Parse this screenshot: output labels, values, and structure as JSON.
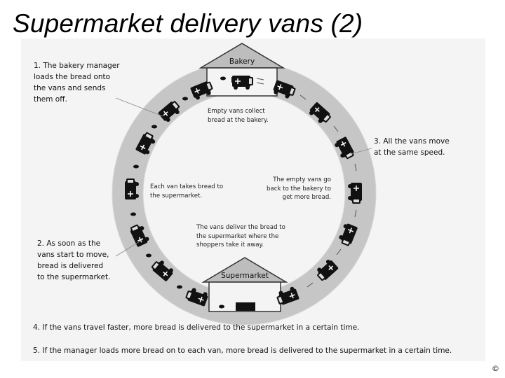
{
  "title": "Supermarket delivery vans (2)",
  "buildings": {
    "bakery": "Bakery",
    "supermarket": "Supermarket"
  },
  "steps": {
    "step1": "1. The bakery manager\nloads the bread onto\nthe vans and sends\nthem off.",
    "step2": "2. As soon as the\nvans start to move,\nbread is delivered\nto the supermarket.",
    "step3": "3. All the vans move\nat the same speed.",
    "step4": "4. If the vans travel faster, more bread is delivered to the supermarket in a certain time.",
    "step5": "5. If the manager loads more bread on to each van, more bread is delivered to the supermarket in a certain time."
  },
  "annotations": {
    "top": "Empty vans collect\nbread at the bakery.",
    "left": "Each van takes bread to\nthe supermarket.",
    "right": "The empty vans go\nback to the bakery to\nget more bread.",
    "bottom": "The vans deliver the bread to\nthe supermarket where the\nshoppers take it away."
  },
  "copyright": "©",
  "colors": {
    "ring": "#c6c6c6",
    "house": "#bdbdbd",
    "van": "#111111",
    "panel": "#f4f4f4"
  },
  "icons": [
    "delivery-van-icon",
    "bread-loaf-icon",
    "motion-lines-icon"
  ]
}
